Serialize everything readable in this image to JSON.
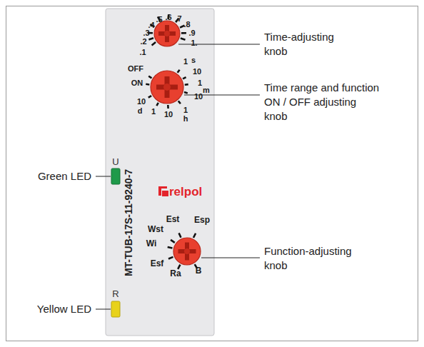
{
  "diagram": {
    "labels": [
      ".1",
      ".2",
      ".3",
      ".4",
      ".5",
      ".6",
      ".7",
      ".8",
      ".9",
      "1.",
      "OFF",
      "ON",
      "1",
      "s",
      "10",
      "1",
      "m",
      "10",
      "1",
      "h",
      "10",
      "1",
      "10",
      "d",
      "U",
      "MT-TUB-17S-11-9240-7",
      "relpol",
      "R",
      "Est",
      "Esp",
      "Wst",
      "Wi",
      "Esf",
      "Ra",
      "B",
      "Time-adjusting knob",
      "Time range and function ON / OFF adjusting knob",
      "Green LED",
      "Function-adjusting knob",
      "Yellow LED"
    ]
  }
}
